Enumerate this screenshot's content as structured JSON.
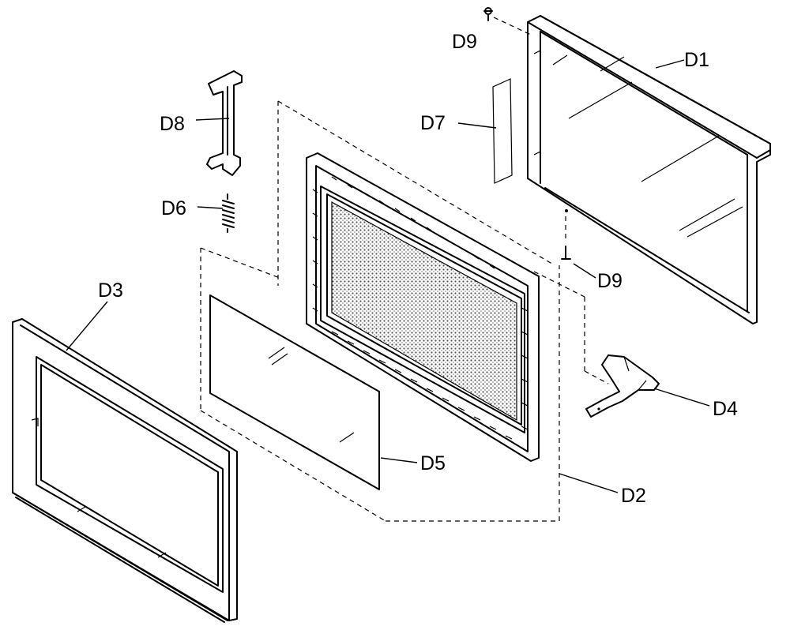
{
  "labels": {
    "d1": "D1",
    "d2": "D2",
    "d3": "D3",
    "d4": "D4",
    "d5": "D5",
    "d6": "D6",
    "d7": "D7",
    "d8": "D8",
    "d9_top": "D9",
    "d9_mid": "D9"
  },
  "colors": {
    "line": "#000000",
    "background": "#ffffff",
    "screen_dots": "#555555"
  }
}
